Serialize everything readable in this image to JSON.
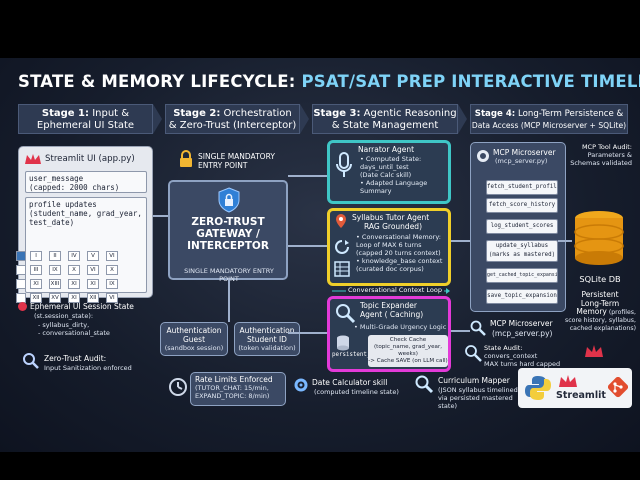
{
  "title": {
    "part1": "STATE & MEMORY LIFECYCLE: ",
    "part2": "PSAT/SAT PREP INTERACTIVE TIMELINE"
  },
  "stages": [
    {
      "label": "Stage 1:",
      "text_a": " Input &",
      "text_b": "Ephemeral UI State"
    },
    {
      "label": "Stage 2:",
      "text_a": " Orchestration",
      "text_b": "& Zero-Trust (Interceptor)"
    },
    {
      "label": "Stage 3:",
      "text_a": " Agentic Reasoning",
      "text_b": "& State Management"
    },
    {
      "label": "Stage 4:",
      "text_a": " Long-Term Persistence &",
      "text_b": "Data Access (MCP Microserver + SQLite)"
    }
  ],
  "stage1": {
    "app_title": "Streamlit UI (app.py)",
    "user_message": "user_message",
    "user_message_cap": "(capped: 2000 chars)",
    "profile_updates": "profile updates",
    "profile_fields": "(student_name, grad_year,",
    "profile_fields2": "test_date)",
    "grid": [
      "I",
      "II",
      "IV",
      "V",
      "VI",
      "III",
      "IX",
      "X",
      "VI",
      "X",
      "XI",
      "XIII",
      "XI",
      "XI",
      "IX",
      "XII",
      "XV",
      "XI",
      "XII",
      "VI"
    ],
    "session_title": "Ephemeral UI Session State",
    "session_sub": "(st.session_state):",
    "session_items": [
      "- syllabus_dirty,",
      "- conversational_state"
    ],
    "audit_title": "Zero-Trust Audit:",
    "audit_text": "Input Sanitization enforced"
  },
  "stage2": {
    "entry_a": "SINGLE MANDATORY",
    "entry_b": "ENTRY POINT",
    "gateway_a": "ZERO-TRUST",
    "gateway_b": "GATEWAY /",
    "gateway_c": "INTERCEPTOR",
    "gateway_note": "SINGLE MANDATORY ENTRY POINT",
    "auth_guest_a": "Authentication",
    "auth_guest_b": "Guest",
    "auth_guest_c": "(sandbox session)",
    "auth_student_a": "Authentication",
    "auth_student_b": "Student ID",
    "auth_student_c": "(token validation)",
    "rate_title": "Rate Limits Enforced",
    "rate_a": "(TUTOR_CHAT: 15/min,",
    "rate_b": "EXPAND_TOPIC: 8/min)"
  },
  "stage3": {
    "narrator_title": "Narrator Agent",
    "narrator_items": [
      "• Computed State:",
      "days_until_test",
      "(Date Calc skill)",
      "• Adapted Language",
      "Summary"
    ],
    "tutor_title": "Syllabus Tutor Agent",
    "tutor_sub": "RAG Grounded)",
    "tutor_items": [
      "• Conversational Memory:",
      "Loop of MAX 6 turns",
      "(capped 20 turns context)",
      "• knowledge_base context",
      "(curated doc corpus)"
    ],
    "loop_label": "Conversational Context Loop",
    "expander_title": "Topic Expander",
    "expander_sub": "Agent ( Caching)",
    "expander_logic": "• Multi-Grade Urgency Logic",
    "cache_label": "persistent_cache",
    "cache_a": "Check Cache",
    "cache_b": "(topic_name, grad_year, weeks)",
    "cache_c": "-> Cache SAVE (on LLM call)",
    "date_title": "Date Calculator skill",
    "date_sub": "(computed timeline state)",
    "mapper_title": "Curriculum Mapper",
    "mapper_a": "(JSON syllabus timelined",
    "mapper_b": "via persisted mastered",
    "mapper_c": "state)"
  },
  "stage4": {
    "mcp_title": "MCP Microserver",
    "mcp_sub": "(mcp_server.py)",
    "tools": [
      "fetch_student_profile",
      "fetch_score_history",
      "log_student_scores",
      "update_syllabus",
      "get_cached_topic_expansion",
      "save_topic_expansion"
    ],
    "tool_update_note": "(marks as mastered)",
    "tool_audit_a": "MCP Tool Audit:",
    "tool_audit_b": "Parameters &",
    "tool_audit_c": "Schemas validated",
    "db_a": "SQLite DB",
    "db_b": "Persistent",
    "db_c": "Long-Term",
    "db_d": "Memory",
    "db_e": "(profiles,",
    "db_f": "score history, syllabus,",
    "db_g": "cached explanations)",
    "mcp2_title": "MCP Microserver",
    "mcp2_sub": "(mcp_server.py)",
    "state_audit_a": "State Audit:",
    "state_audit_b": "convers_context",
    "state_audit_c": "MAX turns hard capped",
    "streamlit_logo": "Streamlit"
  },
  "colors": {
    "narrator": "#3fc6c6",
    "tutor": "#f0cf2a",
    "expander": "#e33ad8",
    "panel_dark": "#2e3a52"
  }
}
